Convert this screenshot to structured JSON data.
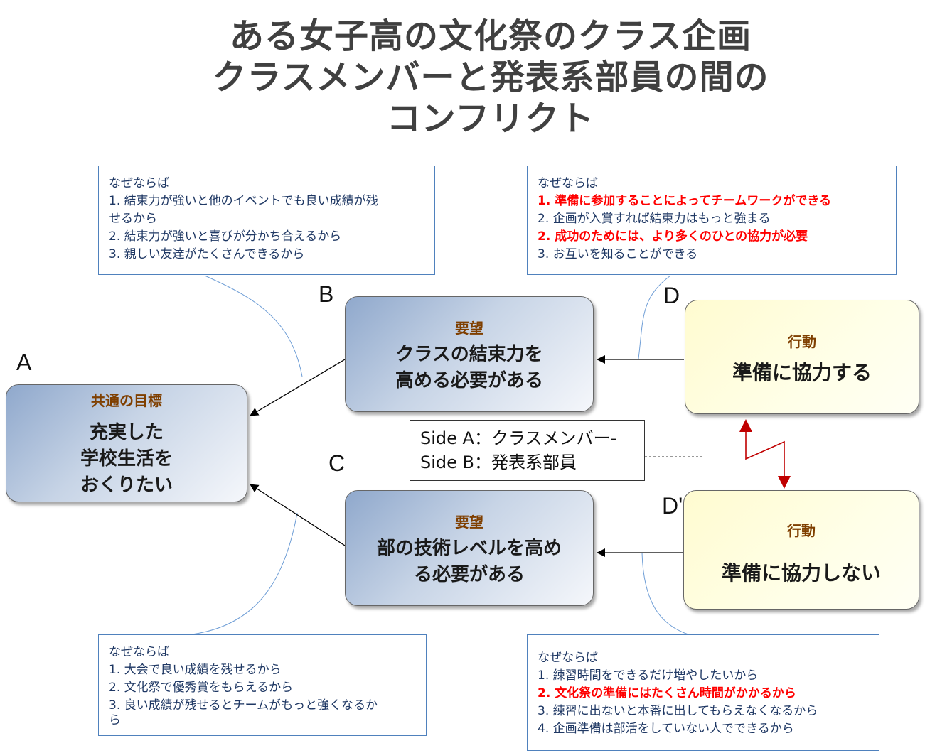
{
  "title": {
    "line1": "ある女子高の文化祭のクラス企画",
    "line2": "クラスメンバーと発表系部員の間の",
    "line3": "コンフリクト"
  },
  "labels": {
    "a": "A",
    "b": "B",
    "c": "C",
    "d": "D",
    "d_prime": "D'"
  },
  "goal": {
    "heading": "共通の目標",
    "line1": "充実した",
    "line2": "学校生活を",
    "line3": "おくりたい"
  },
  "need_b": {
    "heading": "要望",
    "line1": "クラスの結束力を",
    "line2": "高める必要がある"
  },
  "need_c": {
    "heading": "要望",
    "line1": "部の技術レベルを高め",
    "line2": "る必要がある"
  },
  "action_d": {
    "heading": "行動",
    "line1": "準備に協力する"
  },
  "action_d_prime": {
    "heading": "行動",
    "line1": "準備に協力しない"
  },
  "side_legend": {
    "line1": "Side A：クラスメンバー-",
    "line2": "Side B：発表系部員"
  },
  "reasons_b": {
    "heading": "なぜならば",
    "items": [
      "1. 結束力が強いと他のイベントでも良い成績が残",
      "せるから",
      "2. 結束力が強いと喜びが分かち合えるから",
      "3. 親しい友達がたくさんできるから"
    ]
  },
  "reasons_d": {
    "heading": "なぜならば",
    "items": [
      "1. 準備に参加することによってチームワークができる",
      "2. 企画が入賞すれば結束力はもっと強まる",
      "2. 成功のためには、より多くのひとの協力が必要",
      "3. お互いを知ることができる"
    ]
  },
  "reasons_c": {
    "heading": "なぜならば",
    "items": [
      "1. 大会で良い成績を残せるから",
      "2. 文化祭で優秀賞をもらえるから",
      "3. 良い成績が残せるとチームがもっと強くなるか",
      "ら"
    ]
  },
  "reasons_d_prime": {
    "heading": "なぜならば",
    "items": [
      "1. 練習時間をできるだけ増やしたいから",
      "2. 文化祭の準備にはたくさん時間がかかるから",
      "3. 練習に出ないと本番に出してもらえなくなるから",
      "4. 企画準備は部活をしていない人でできるから"
    ]
  },
  "colors": {
    "reason_text": "#1f3864",
    "highlight": "#ff0000",
    "heading_brown": "#7f3f00",
    "conflict_arrow": "#c00000"
  }
}
